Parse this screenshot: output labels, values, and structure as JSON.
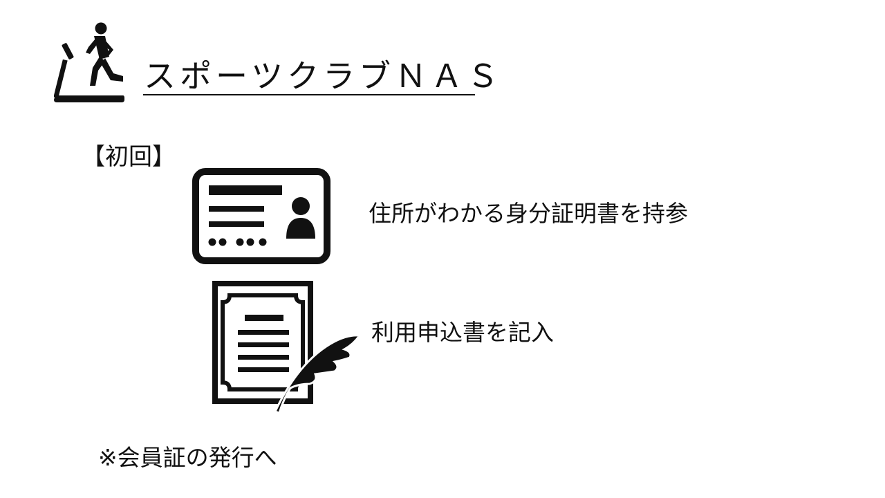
{
  "header": {
    "title": "スポーツクラブＮＡＳ",
    "logo_icon": "treadmill-runner-icon"
  },
  "section": {
    "label": "【初回】"
  },
  "requirements": [
    {
      "icon": "id-card-icon",
      "text": "住所がわかる身分証明書を持参"
    },
    {
      "icon": "application-form-quill-icon",
      "text": "利用申込書を記入"
    }
  ],
  "footnote": "※会員証の発行へ",
  "colors": {
    "foreground": "#111111",
    "background": "#ffffff"
  }
}
